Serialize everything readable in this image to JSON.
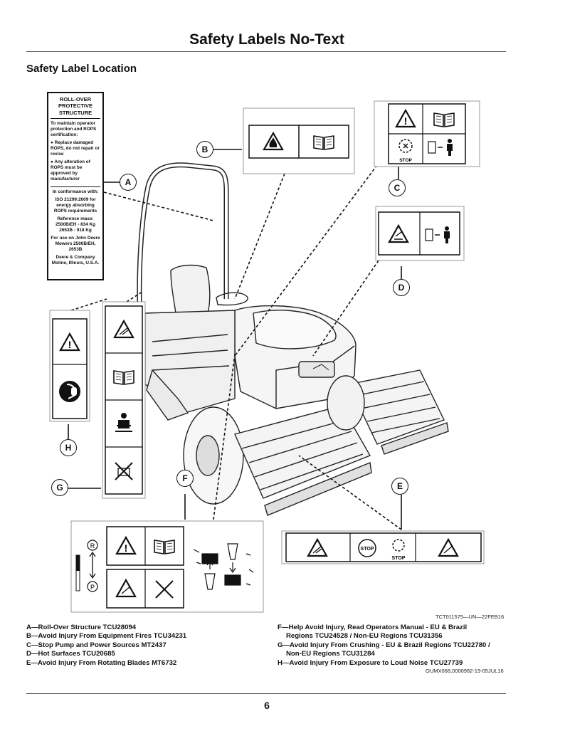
{
  "page": {
    "title": "Safety Labels No-Text",
    "section_title": "Safety Label Location",
    "page_number": "6"
  },
  "rops_label": {
    "heading": "ROLL-OVER PROTECTIVE STRUCTURE",
    "intro": "To maintain operator protection and ROPS certification:",
    "bullet_1": "● Replace damaged ROPS, do not repair or revise",
    "bullet_2": "● Any alteration of ROPS must be approved by manufacturer",
    "conformance": "In conformance with:",
    "standard": "ISO 21299:2009 for energy absorbing ROPS requirements",
    "mass_heading": "Reference mass:",
    "mass_1": "2500B/EH - 834 Kg",
    "mass_2": "2653B - 918 Kg",
    "use_on": "For use on John Deere Mowers 2500B/EH, 2653B",
    "company": "Deere & Company Moline, Illinois, U.S.A."
  },
  "callouts": [
    "A",
    "B",
    "C",
    "D",
    "E",
    "F",
    "G",
    "H"
  ],
  "decal_text": {
    "stop": "STOP"
  },
  "figure_id": "TCT011575—UN—22FEB16",
  "legend": {
    "left": [
      "A—Roll-Over Structure TCU28094",
      "B—Avoid Injury From Equipment Fires TCU34231",
      "C—Stop Pump and Power Sources MT2437",
      "D—Hot Surfaces TCU20685",
      "E—Avoid Injury From Rotating Blades MT6732"
    ],
    "right": [
      "F—Help Avoid Injury, Read Operators Manual - EU & Brazil",
      "Regions TCU24528 / Non-EU Regions TCU31356",
      "G—Avoid Injury From Crushing - EU & Brazil Regions TCU22780 /",
      "Non-EU Regions TCU31284",
      "H—Avoid Injury From Exposure to Loud Noise TCU27739"
    ]
  },
  "doc_ref": "OUMX068,0000982-19-05JUL16"
}
